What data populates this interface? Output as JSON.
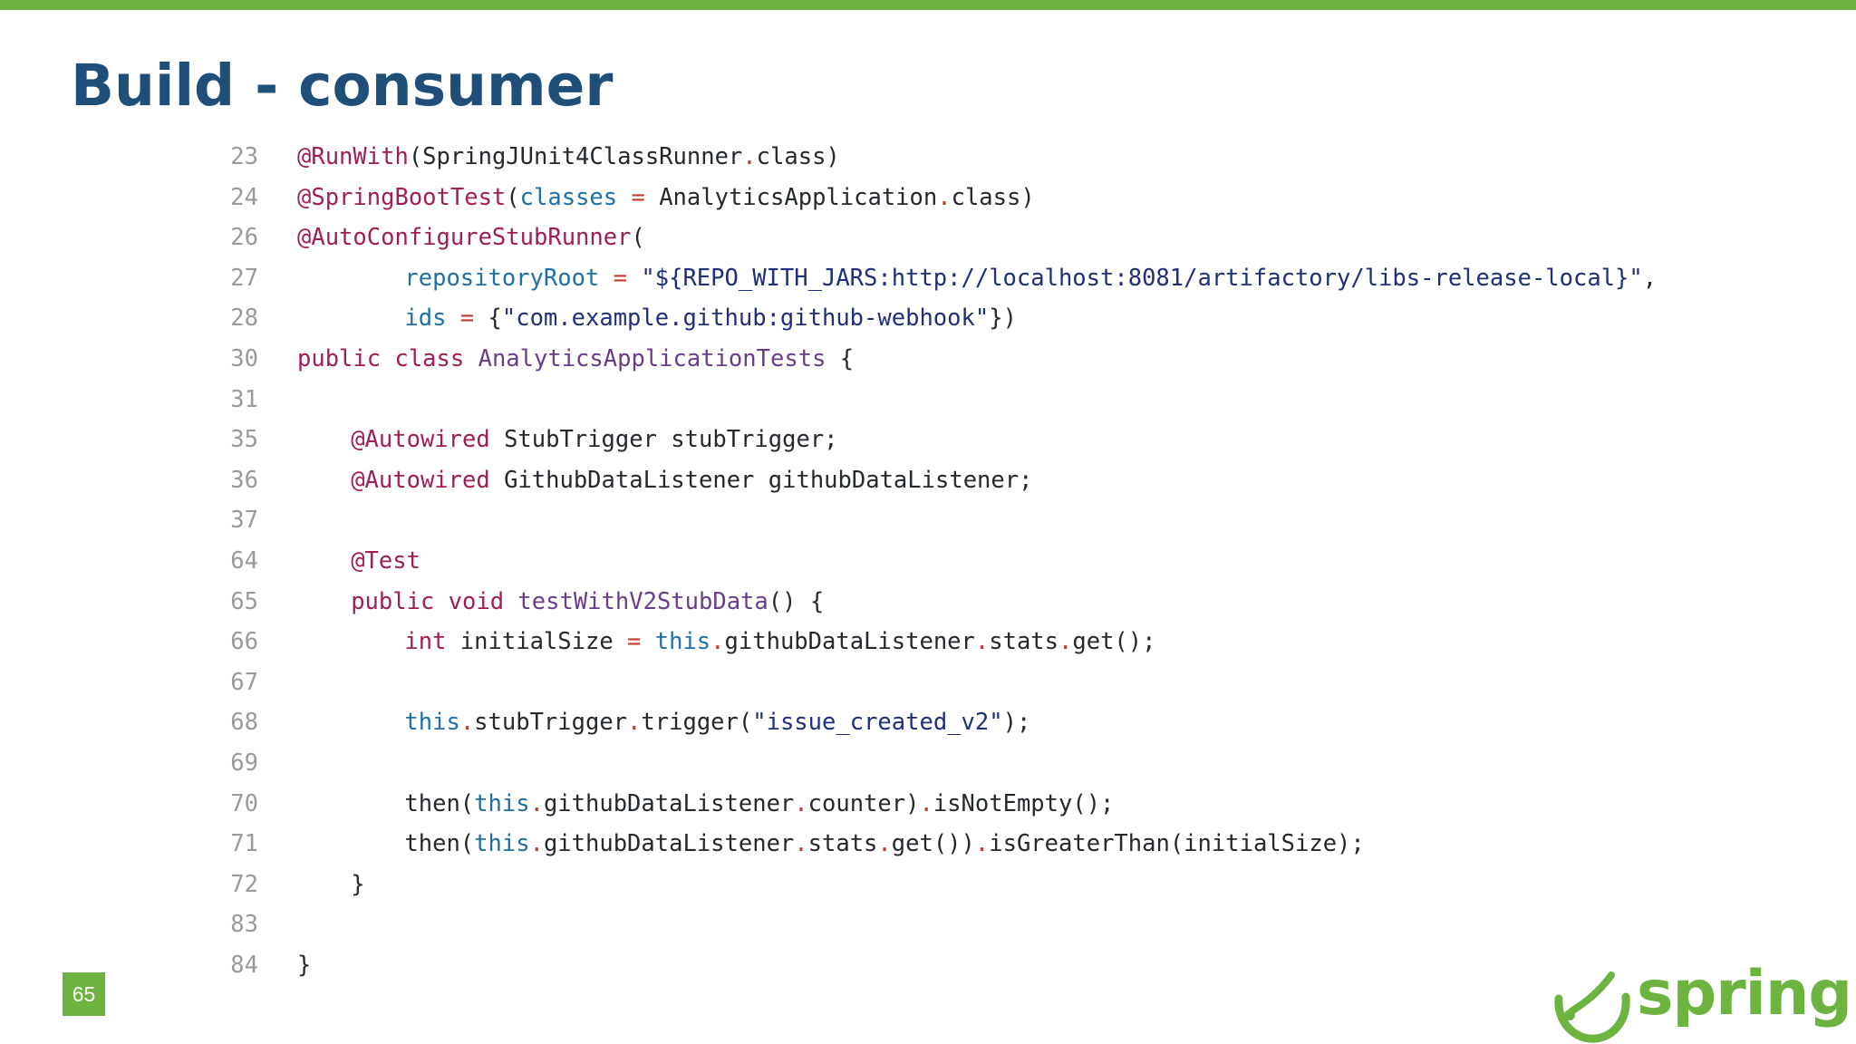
{
  "slide": {
    "title": "Build - consumer",
    "page_number": "65",
    "logo_text": "spring",
    "accent_color": "#6db33f",
    "title_color": "#1f4e79"
  },
  "code": {
    "language": "java",
    "lines": [
      {
        "num": "23",
        "indent": 0,
        "tokens": [
          {
            "t": "ann",
            "v": "@RunWith"
          },
          {
            "t": "txt",
            "v": "(SpringJUnit4ClassRunner"
          },
          {
            "t": "op",
            "v": "."
          },
          {
            "t": "txt",
            "v": "class)"
          }
        ]
      },
      {
        "num": "24",
        "indent": 0,
        "tokens": [
          {
            "t": "ann",
            "v": "@SpringBootTest"
          },
          {
            "t": "txt",
            "v": "("
          },
          {
            "t": "attr",
            "v": "classes"
          },
          {
            "t": "op",
            "v": " = "
          },
          {
            "t": "txt",
            "v": "AnalyticsApplication"
          },
          {
            "t": "op",
            "v": "."
          },
          {
            "t": "txt",
            "v": "class)"
          }
        ]
      },
      {
        "num": "26",
        "indent": 0,
        "tokens": [
          {
            "t": "ann",
            "v": "@AutoConfigureStubRunner"
          },
          {
            "t": "txt",
            "v": "("
          }
        ]
      },
      {
        "num": "27",
        "indent": 8,
        "tokens": [
          {
            "t": "attr",
            "v": "repositoryRoot"
          },
          {
            "t": "op",
            "v": " = "
          },
          {
            "t": "str",
            "v": "\"${REPO_WITH_JARS:http://localhost:8081/artifactory/libs-release-local}\""
          },
          {
            "t": "txt",
            "v": ","
          }
        ]
      },
      {
        "num": "28",
        "indent": 8,
        "tokens": [
          {
            "t": "attr",
            "v": "ids"
          },
          {
            "t": "op",
            "v": " = "
          },
          {
            "t": "txt",
            "v": "{"
          },
          {
            "t": "str",
            "v": "\"com.example.github:github-webhook\""
          },
          {
            "t": "txt",
            "v": "})"
          }
        ]
      },
      {
        "num": "30",
        "indent": 0,
        "tokens": [
          {
            "t": "kw",
            "v": "public class "
          },
          {
            "t": "cls",
            "v": "AnalyticsApplicationTests"
          },
          {
            "t": "txt",
            "v": " {"
          }
        ]
      },
      {
        "num": "31",
        "indent": 0,
        "tokens": []
      },
      {
        "num": "35",
        "indent": 4,
        "tokens": [
          {
            "t": "ann",
            "v": "@Autowired"
          },
          {
            "t": "txt",
            "v": " StubTrigger stubTrigger;"
          }
        ]
      },
      {
        "num": "36",
        "indent": 4,
        "tokens": [
          {
            "t": "ann",
            "v": "@Autowired"
          },
          {
            "t": "txt",
            "v": " GithubDataListener githubDataListener;"
          }
        ]
      },
      {
        "num": "37",
        "indent": 0,
        "tokens": []
      },
      {
        "num": "64",
        "indent": 4,
        "tokens": [
          {
            "t": "ann",
            "v": "@Test"
          }
        ]
      },
      {
        "num": "65",
        "indent": 4,
        "tokens": [
          {
            "t": "kw",
            "v": "public void "
          },
          {
            "t": "cls",
            "v": "testWithV2StubData"
          },
          {
            "t": "txt",
            "v": "() {"
          }
        ]
      },
      {
        "num": "66",
        "indent": 8,
        "tokens": [
          {
            "t": "kw",
            "v": "int"
          },
          {
            "t": "txt",
            "v": " initialSize"
          },
          {
            "t": "op",
            "v": " = "
          },
          {
            "t": "this",
            "v": "this"
          },
          {
            "t": "op",
            "v": "."
          },
          {
            "t": "txt",
            "v": "githubDataListener"
          },
          {
            "t": "op",
            "v": "."
          },
          {
            "t": "txt",
            "v": "stats"
          },
          {
            "t": "op",
            "v": "."
          },
          {
            "t": "txt",
            "v": "get();"
          }
        ]
      },
      {
        "num": "67",
        "indent": 0,
        "tokens": []
      },
      {
        "num": "68",
        "indent": 8,
        "tokens": [
          {
            "t": "this",
            "v": "this"
          },
          {
            "t": "op",
            "v": "."
          },
          {
            "t": "txt",
            "v": "stubTrigger"
          },
          {
            "t": "op",
            "v": "."
          },
          {
            "t": "txt",
            "v": "trigger("
          },
          {
            "t": "str",
            "v": "\"issue_created_v2\""
          },
          {
            "t": "txt",
            "v": ");"
          }
        ]
      },
      {
        "num": "69",
        "indent": 0,
        "tokens": []
      },
      {
        "num": "70",
        "indent": 8,
        "tokens": [
          {
            "t": "txt",
            "v": "then("
          },
          {
            "t": "this",
            "v": "this"
          },
          {
            "t": "op",
            "v": "."
          },
          {
            "t": "txt",
            "v": "githubDataListener"
          },
          {
            "t": "op",
            "v": "."
          },
          {
            "t": "txt",
            "v": "counter)"
          },
          {
            "t": "op",
            "v": "."
          },
          {
            "t": "txt",
            "v": "isNotEmpty();"
          }
        ]
      },
      {
        "num": "71",
        "indent": 8,
        "tokens": [
          {
            "t": "txt",
            "v": "then("
          },
          {
            "t": "this",
            "v": "this"
          },
          {
            "t": "op",
            "v": "."
          },
          {
            "t": "txt",
            "v": "githubDataListener"
          },
          {
            "t": "op",
            "v": "."
          },
          {
            "t": "txt",
            "v": "stats"
          },
          {
            "t": "op",
            "v": "."
          },
          {
            "t": "txt",
            "v": "get())"
          },
          {
            "t": "op",
            "v": "."
          },
          {
            "t": "txt",
            "v": "isGreaterThan(initialSize);"
          }
        ]
      },
      {
        "num": "72",
        "indent": 4,
        "tokens": [
          {
            "t": "txt",
            "v": "}"
          }
        ]
      },
      {
        "num": "83",
        "indent": 0,
        "tokens": []
      },
      {
        "num": "84",
        "indent": 0,
        "tokens": [
          {
            "t": "txt",
            "v": "}"
          }
        ]
      }
    ]
  }
}
